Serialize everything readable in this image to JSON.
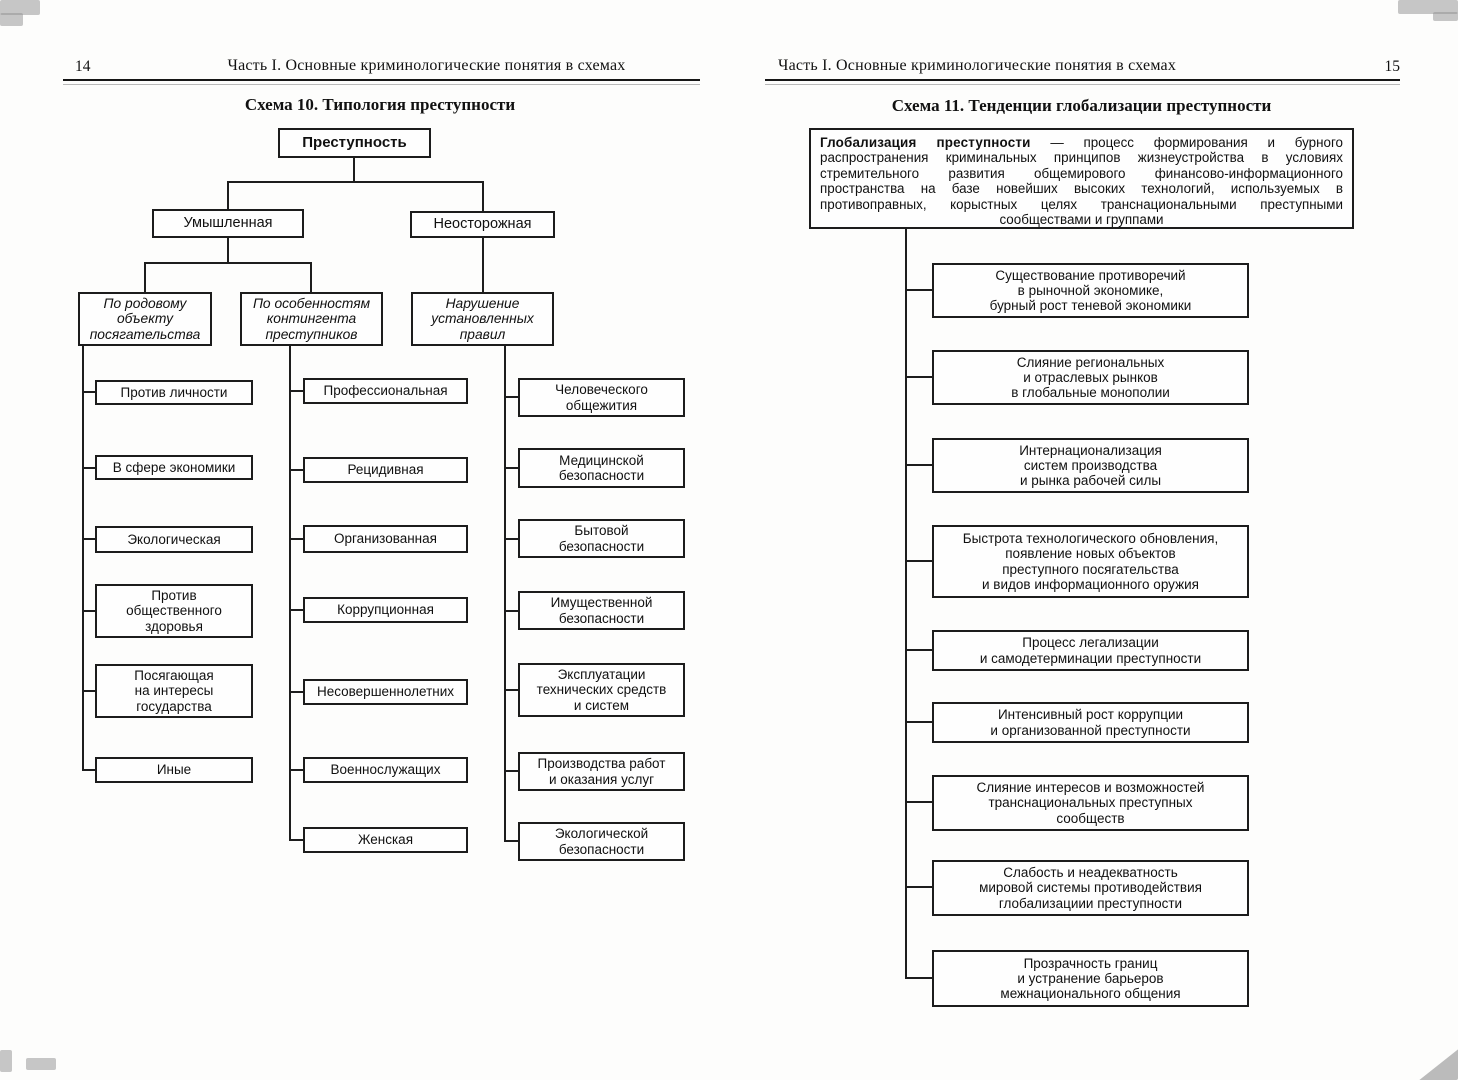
{
  "left_page": {
    "page_number": "14",
    "running_head": "Часть I. Основные криминологические понятия в схемах",
    "title": "Схема 10. Типология преступности",
    "tree": {
      "root": "Преступность",
      "intentional": "Умышленная",
      "negligent": "Неосторожная",
      "categories": [
        "По родовому\nобъекту\nпосягательства",
        "По особенностям\nконтингента\nпреступников",
        "Нарушение\nустановленных\nправил"
      ],
      "by_object": [
        "Против личности",
        "В сфере экономики",
        "Экологическая",
        "Против\nобщественного\nздоровья",
        "Посягающая\nна интересы\nгосударства",
        "Иные"
      ],
      "by_contingent": [
        "Профессиональная",
        "Рецидивная",
        "Организованная",
        "Коррупционная",
        "Несовершеннолетних",
        "Военнослужащих",
        "Женская"
      ],
      "by_rules": [
        "Человеческого\nобщежития",
        "Медицинской\nбезопасности",
        "Бытовой\nбезопасности",
        "Имущественной\nбезопасности",
        "Эксплуатации\nтехнических средств\nи систем",
        "Производства работ\nи оказания услуг",
        "Экологической\nбезопасности"
      ]
    }
  },
  "right_page": {
    "page_number": "15",
    "running_head": "Часть I. Основные криминологические понятия в схемах",
    "title": "Схема 11. Тенденции глобализации преступности",
    "definition": {
      "term": "Глобализация преступности",
      "text": "— процесс формирования и бурного распространения криминальных принципов жизнеустройства в условиях стремительного развития общемирового финансово-информационного пространства на базе новейших высоких технологий, используемых в противоправных, корыстных целях транснациональными преступными сообществами и группами"
    },
    "tendencies": [
      "Существование противоречий\nв рыночной экономике,\nбурный рост теневой экономики",
      "Слияние региональных\nи отраслевых рынков\nв глобальные монополии",
      "Интернационализация\nсистем производства\nи рынка рабочей силы",
      "Быстрота технологического обновления,\nпоявление новых объектов\nпреступного посягательства\nи видов информационного оружия",
      "Процесс легализации\nи самодетерминации преступности",
      "Интенсивный рост коррупции\nи организованной преступности",
      "Слияние интересов и возможностей\nтранснациональных преступных\nсообществ",
      "Слабость и неадекватность\nмировой системы противодействия\nглобализациии преступности",
      "Прозрачность границ\nи устранение барьеров\nмежнационального общения"
    ]
  }
}
